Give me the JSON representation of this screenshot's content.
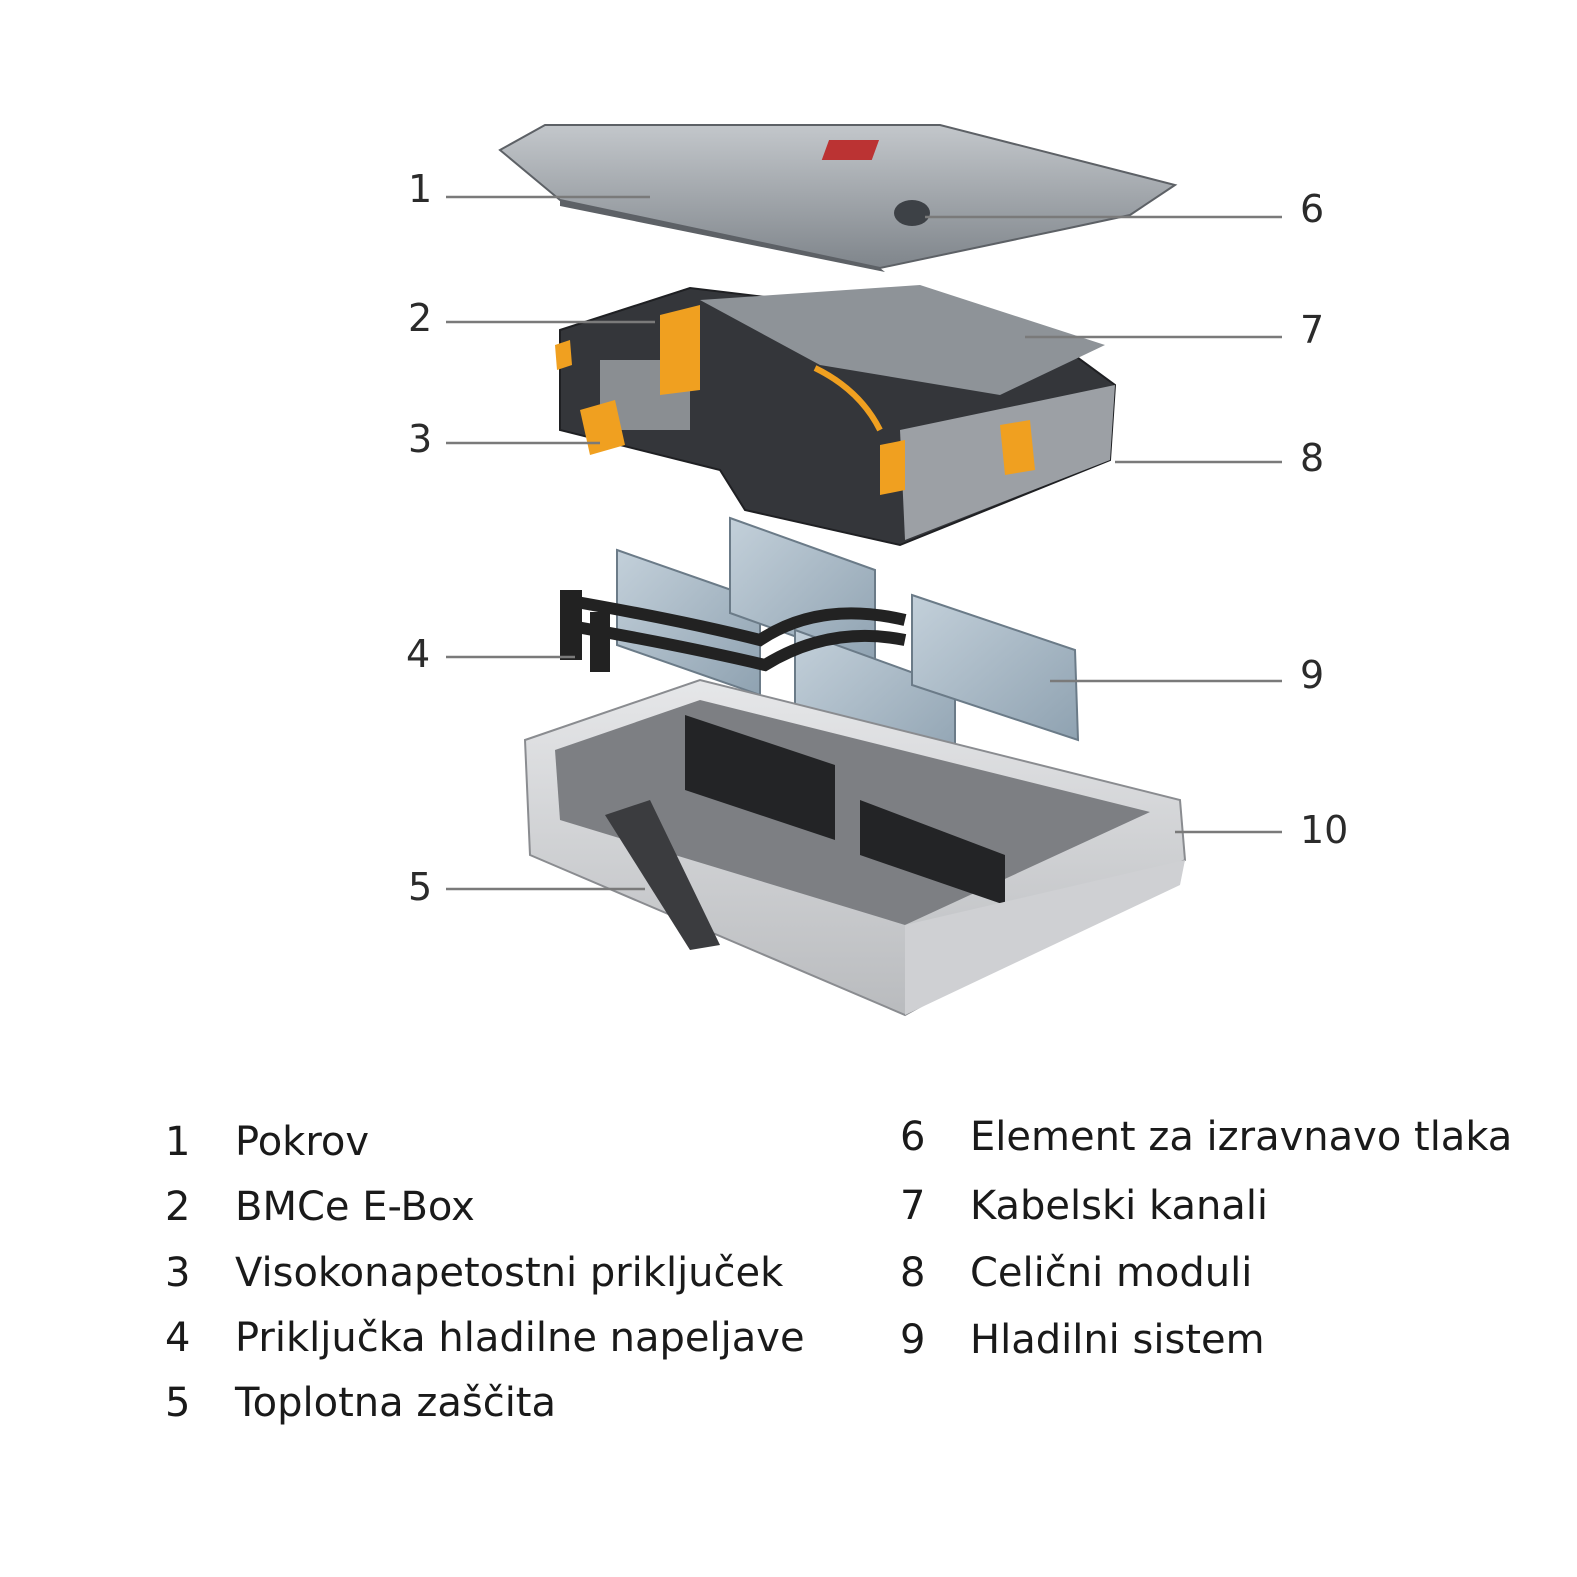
{
  "callouts": [
    {
      "number": "1"
    },
    {
      "number": "2"
    },
    {
      "number": "3"
    },
    {
      "number": "4"
    },
    {
      "number": "5"
    },
    {
      "number": "6"
    },
    {
      "number": "7"
    },
    {
      "number": "8"
    },
    {
      "number": "9"
    },
    {
      "number": "10"
    }
  ],
  "legend": {
    "left": [
      {
        "number": "1",
        "label": "Pokrov"
      },
      {
        "number": "2",
        "label": "BMCe E-Box"
      },
      {
        "number": "3",
        "label": "Visokonapetostni priključek"
      },
      {
        "number": "4",
        "label": "Priključka hladilne napeljave"
      },
      {
        "number": "5",
        "label": "Toplotna zaščita"
      }
    ],
    "right": [
      {
        "number": "6",
        "label": "Element za izravnavo tlaka"
      },
      {
        "number": "7",
        "label": "Kabelski kanali"
      },
      {
        "number": "8",
        "label": "Celični moduli"
      },
      {
        "number": "9",
        "label": "Hladilni sistem"
      }
    ]
  },
  "colors": {
    "cover": "#9ea3a8",
    "module_dark": "#2e2f31",
    "module_gray": "#8a8e92",
    "accent_orange": "#f0a020",
    "plate_blue": "#a9b9c6",
    "tray": "#d4d5d7",
    "leader_line": "#7a7a7a"
  }
}
